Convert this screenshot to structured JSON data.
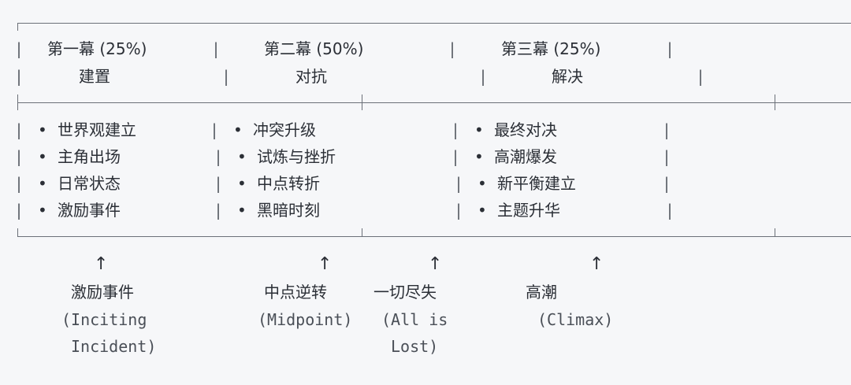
{
  "acts": [
    {
      "title": "第一幕 (25%)",
      "subtitle": "建置",
      "items": [
        "世界观建立",
        "主角出场",
        "日常状态",
        "激励事件"
      ]
    },
    {
      "title": "第二幕 (50%)",
      "subtitle": "对抗",
      "items": [
        "冲突升级",
        "试炼与挫折",
        "中点转折",
        "黑暗时刻"
      ]
    },
    {
      "title": "第三幕 (25%)",
      "subtitle": "解决",
      "items": [
        "最终对决",
        "高潮爆发",
        "新平衡建立",
        "主题升华"
      ]
    }
  ],
  "bullet": "•",
  "divider": "|",
  "arrow_glyph": "↑",
  "markers": [
    {
      "name": "激励事件",
      "en_line1": "(Inciting",
      "en_line2": "Incident)"
    },
    {
      "name": "中点逆转",
      "en_line1": "(Midpoint)",
      "en_line2": ""
    },
    {
      "name": "一切尽失",
      "en_line1": "(All is",
      "en_line2": "Lost)"
    },
    {
      "name": "高潮",
      "en_line1": "(Climax)",
      "en_line2": ""
    }
  ]
}
